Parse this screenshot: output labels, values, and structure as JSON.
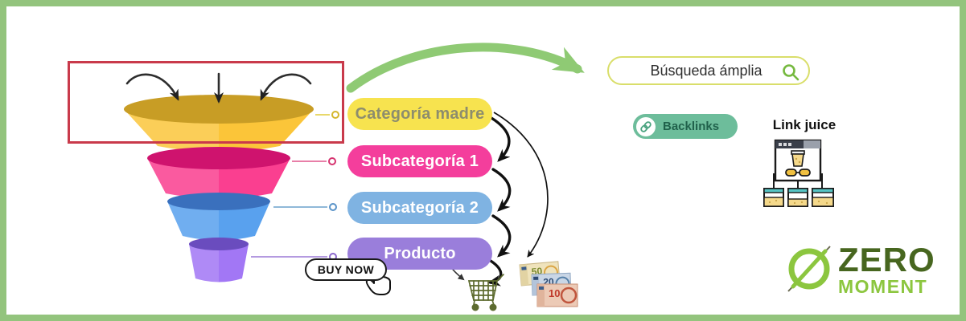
{
  "funnel": {
    "levels": [
      {
        "label": "Categoría madre",
        "pill_color": "#f7e34f",
        "body_color": "#fbc539",
        "top_color": "#c89d25",
        "text_color": "#8d8d6d"
      },
      {
        "label": "Subcategoría 1",
        "pill_color": "#f43e9c",
        "body_color": "#fa3f90",
        "top_color": "#cf136e",
        "text_color": "#ffffff"
      },
      {
        "label": "Subcategoría 2",
        "pill_color": "#7fb3e2",
        "body_color": "#59a1ee",
        "top_color": "#3a70bd",
        "text_color": "#ffffff"
      },
      {
        "label": "Producto",
        "pill_color": "#9a7edb",
        "body_color": "#a277f5",
        "top_color": "#6a4cbe",
        "text_color": "#ffffff"
      }
    ]
  },
  "search": {
    "value": "Búsqueda ámplia",
    "border_color": "#d9de6a",
    "icon_color": "#76b93f"
  },
  "backlinks": {
    "label": "Backlinks",
    "bg_color": "#6dbd9b",
    "text_color": "#20614b"
  },
  "link_juice": {
    "label": "Link juice"
  },
  "buy_now": {
    "label": "BUY NOW"
  },
  "euro_notes": {
    "n1": "50",
    "n2": "20",
    "n3": "10"
  },
  "logo": {
    "zero": "ZERO",
    "moment": "MOMENT",
    "dark_green": "#47661f",
    "light_green": "#8cc63f"
  },
  "colors": {
    "frame_border": "#93c47d",
    "highlight_box": "#c93a4b",
    "big_arrow": "#8fca74",
    "flow_arrows": "#111111",
    "cart": "#5d6b2f"
  },
  "icons": {
    "search": "magnifier",
    "backlinks": "chain-link",
    "link_juice": "browser-window-sitemap",
    "cursor": "hand-pointer-click",
    "cart": "shopping-cart",
    "logo": "zero-circle-slash"
  }
}
